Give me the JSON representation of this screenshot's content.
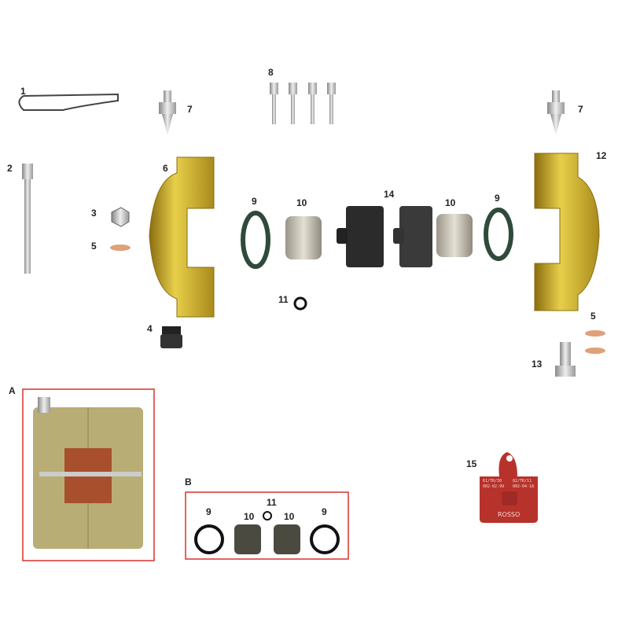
{
  "labels": {
    "p1": "1",
    "p2": "2",
    "p3": "3",
    "p4": "4",
    "p5a": "5",
    "p5b": "5",
    "p6": "6",
    "p7a": "7",
    "p7b": "7",
    "p8": "8",
    "p9a": "9",
    "p9b": "9",
    "p10a": "10",
    "p10b": "10",
    "p11": "11",
    "p12": "12",
    "p13": "13",
    "p14": "14",
    "p15": "15",
    "groupA": "A",
    "groupB": "B",
    "b9a": "9",
    "b10a": "10",
    "b11": "11",
    "b10b": "10",
    "b9b": "9"
  },
  "pad15": {
    "line1a": "61/TR/30",
    "line1b": "002-02-99",
    "line2a": "82/TR/11",
    "line2b": "002-04-18",
    "name": "ROSSO",
    "color": "#b8322c"
  },
  "colors": {
    "caliper_gold": "#c9a82a",
    "box_border": "#d9302c",
    "seal": "#2f4a3a",
    "piston": "#bdb8a8"
  }
}
